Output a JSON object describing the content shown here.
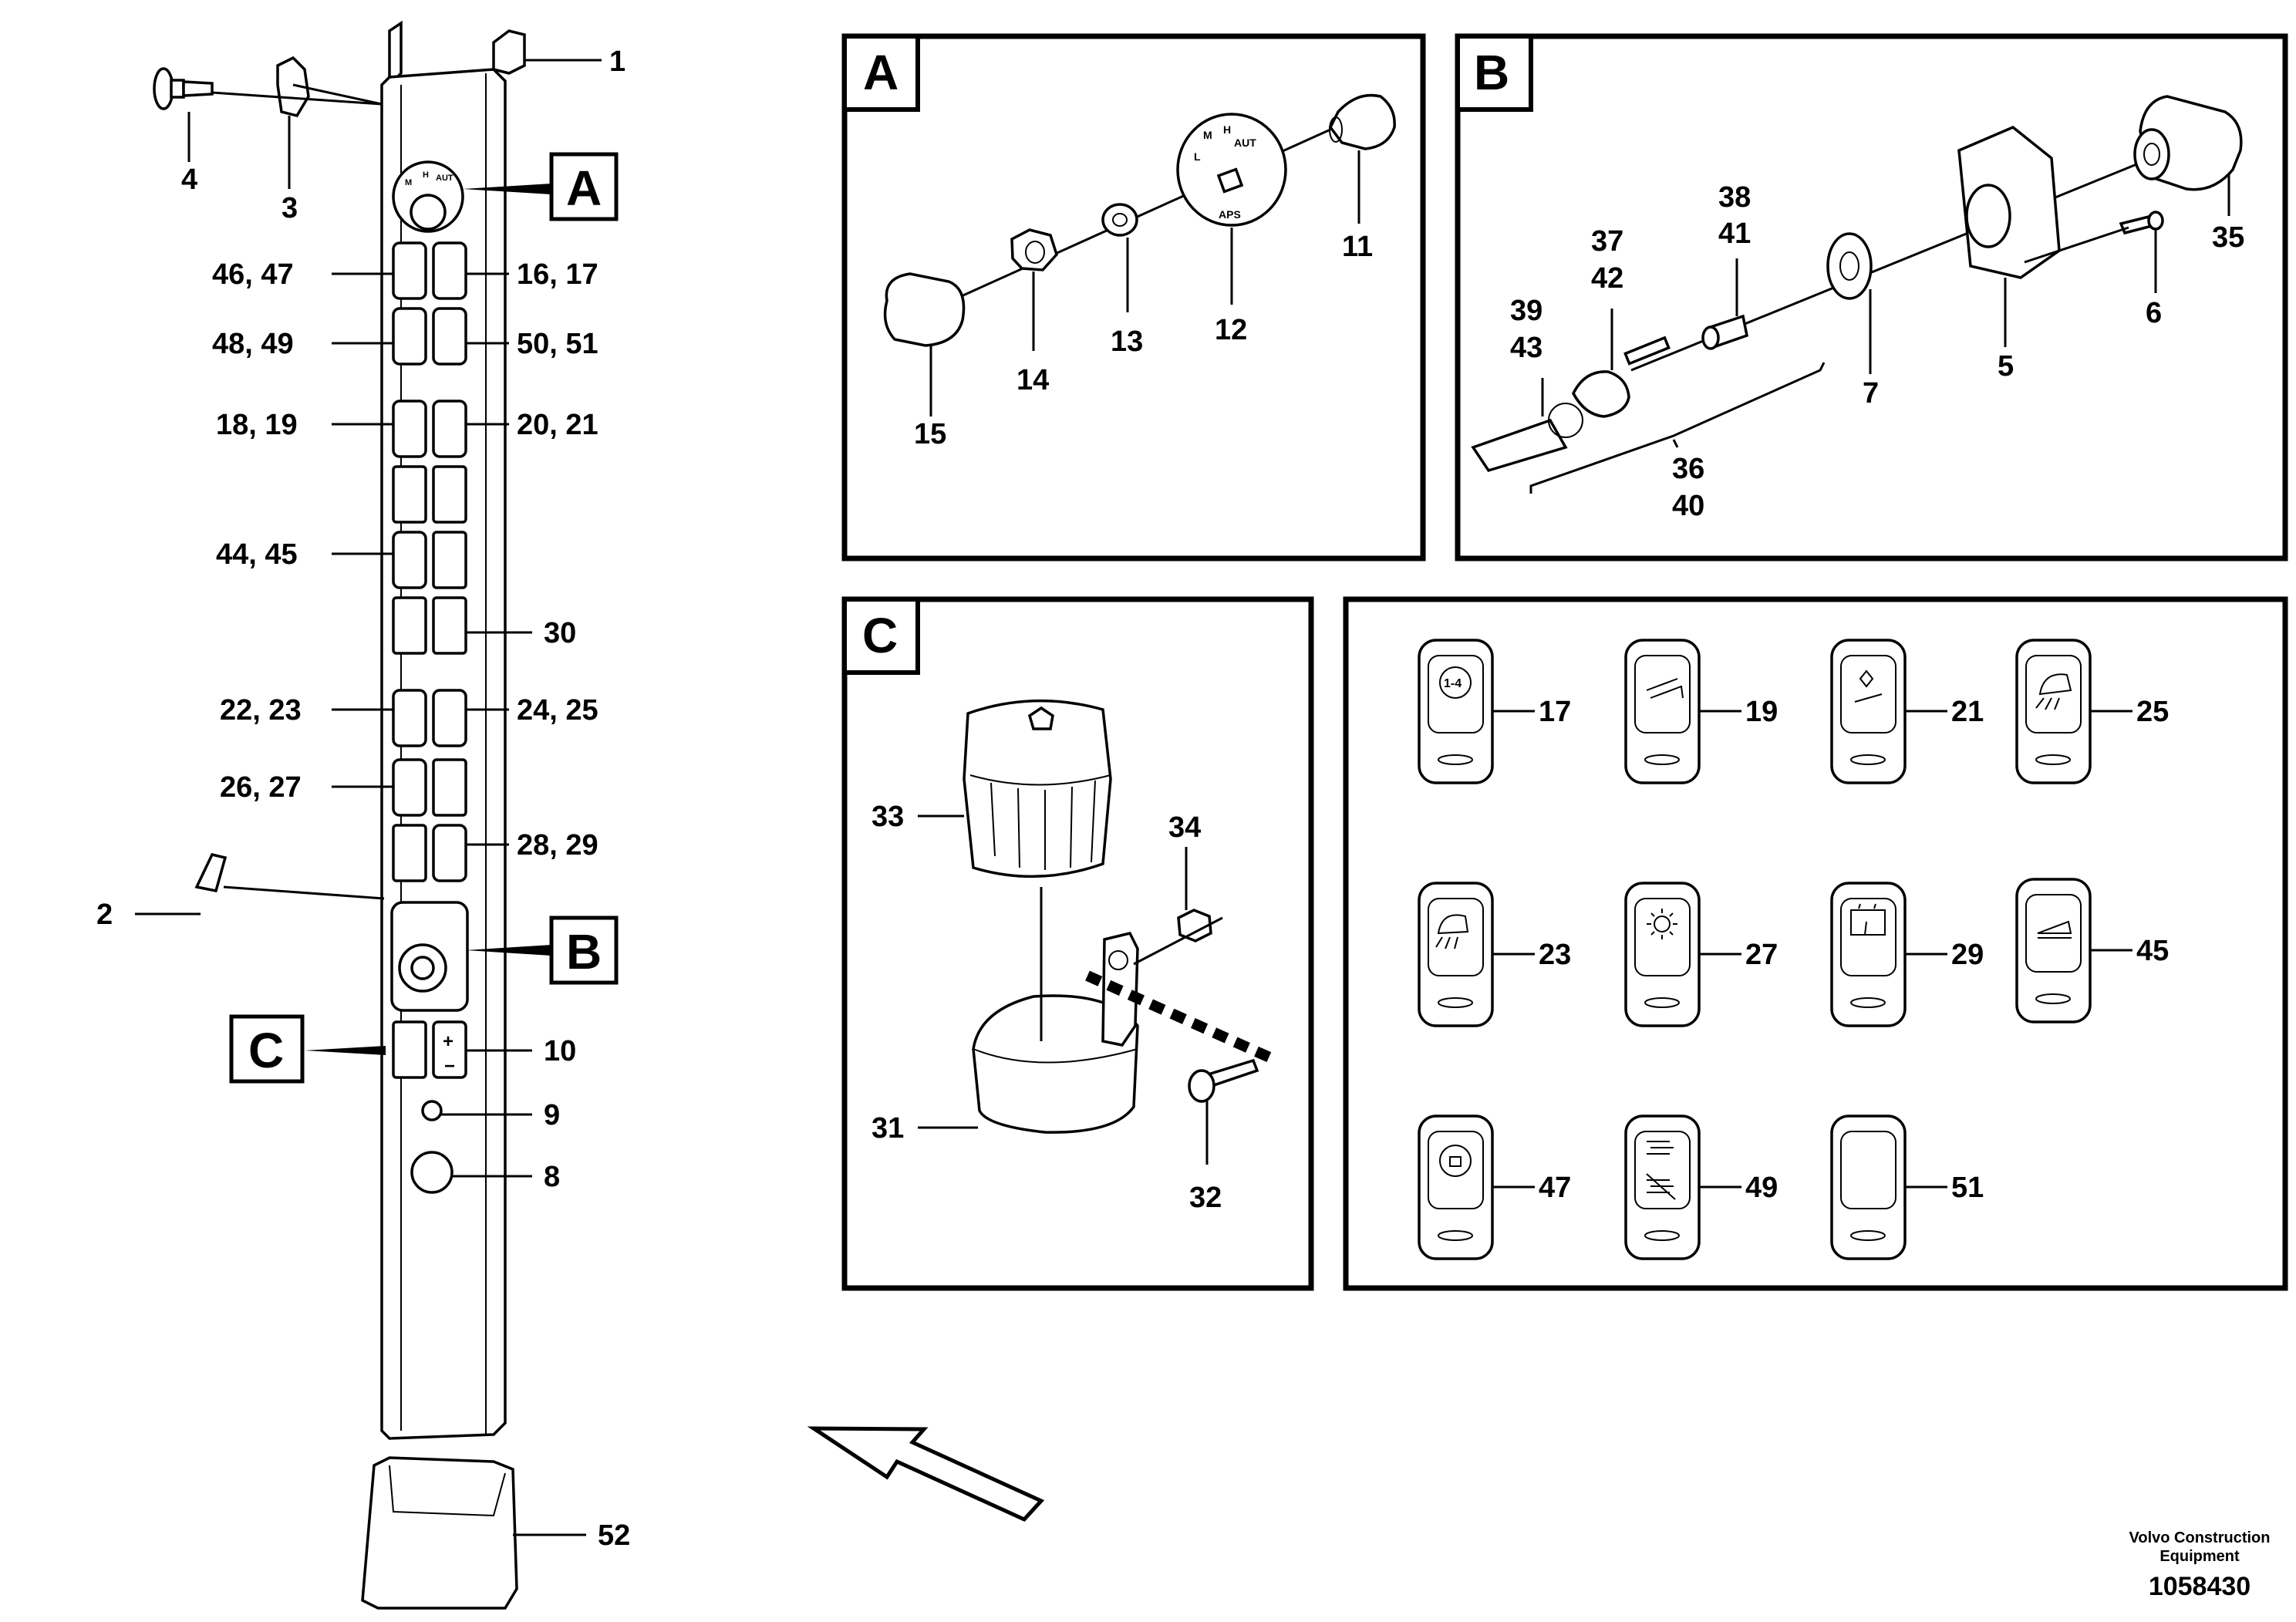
{
  "panels": {
    "A": {
      "letter": "A"
    },
    "B": {
      "letter": "B"
    },
    "C": {
      "letter": "C"
    }
  },
  "callouts": {
    "pillar": {
      "c1": "1",
      "c4": "4",
      "c3": "3",
      "c46_47": "46, 47",
      "c16_17": "16, 17",
      "c48_49": "48, 49",
      "c50_51": "50, 51",
      "c18_19": "18, 19",
      "c20_21": "20, 21",
      "c44_45": "44, 45",
      "c30": "30",
      "c22_23": "22, 23",
      "c24_25": "24, 25",
      "c26_27": "26, 27",
      "c28_29": "28, 29",
      "c2": "2",
      "c10": "10",
      "c9": "9",
      "c8": "8",
      "c52": "52"
    },
    "panel_a": {
      "c15": "15",
      "c14": "14",
      "c13": "13",
      "c12": "12",
      "c11": "11"
    },
    "panel_b": {
      "c39_43": [
        "39",
        "43"
      ],
      "c37_42": [
        "37",
        "42"
      ],
      "c38_41": [
        "38",
        "41"
      ],
      "c36_40": [
        "36",
        "40"
      ],
      "c7": "7",
      "c5": "5",
      "c6": "6",
      "c35": "35"
    },
    "panel_c": {
      "c33": "33",
      "c34": "34",
      "c31": "31",
      "c32": "32"
    },
    "switches": [
      "17",
      "19",
      "21",
      "25",
      "23",
      "27",
      "29",
      "45",
      "47",
      "49",
      "51"
    ]
  },
  "selector_markings": {
    "l": "L",
    "m": "M",
    "h": "H",
    "aut": "AUT",
    "aps": "APS"
  },
  "switch_icon_text": {
    "s17": "1-4"
  },
  "footer": {
    "credit_line1": "Volvo Construction",
    "credit_line2": "Equipment",
    "doc_number": "1058430"
  }
}
